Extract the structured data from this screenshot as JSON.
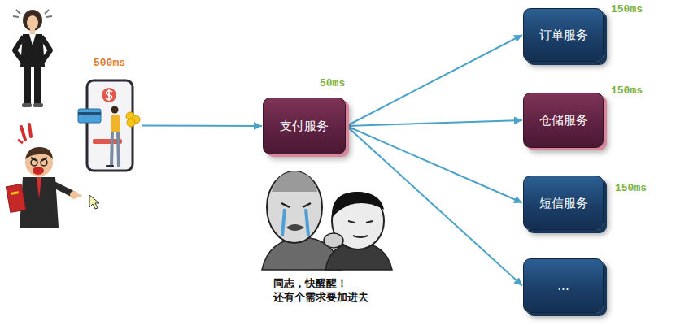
{
  "diagram": {
    "nodes": [
      {
        "text": [
          "500ms"
        ]
      },
      {
        "text": [
          "支付服务",
          "50ms"
        ]
      },
      {
        "text": [
          "订单服务",
          "150ms"
        ]
      },
      {
        "text": [
          "仓储服务",
          "150ms"
        ]
      },
      {
        "text": [
          "短信服务",
          "150ms"
        ]
      },
      {
        "text": [
          "..."
        ]
      }
    ],
    "edges": [
      {
        "from": 0,
        "to": 1,
        "arrow": "to"
      },
      {
        "from": 1,
        "to": 2,
        "arrow": "to"
      },
      {
        "from": 1,
        "to": 3,
        "arrow": "to"
      },
      {
        "from": 1,
        "to": 4,
        "arrow": "to"
      },
      {
        "from": 1,
        "to": 5,
        "arrow": "to"
      }
    ],
    "labels": [
      "同志，快醒醒！ 还有个需求要加进去"
    ]
  }
}
